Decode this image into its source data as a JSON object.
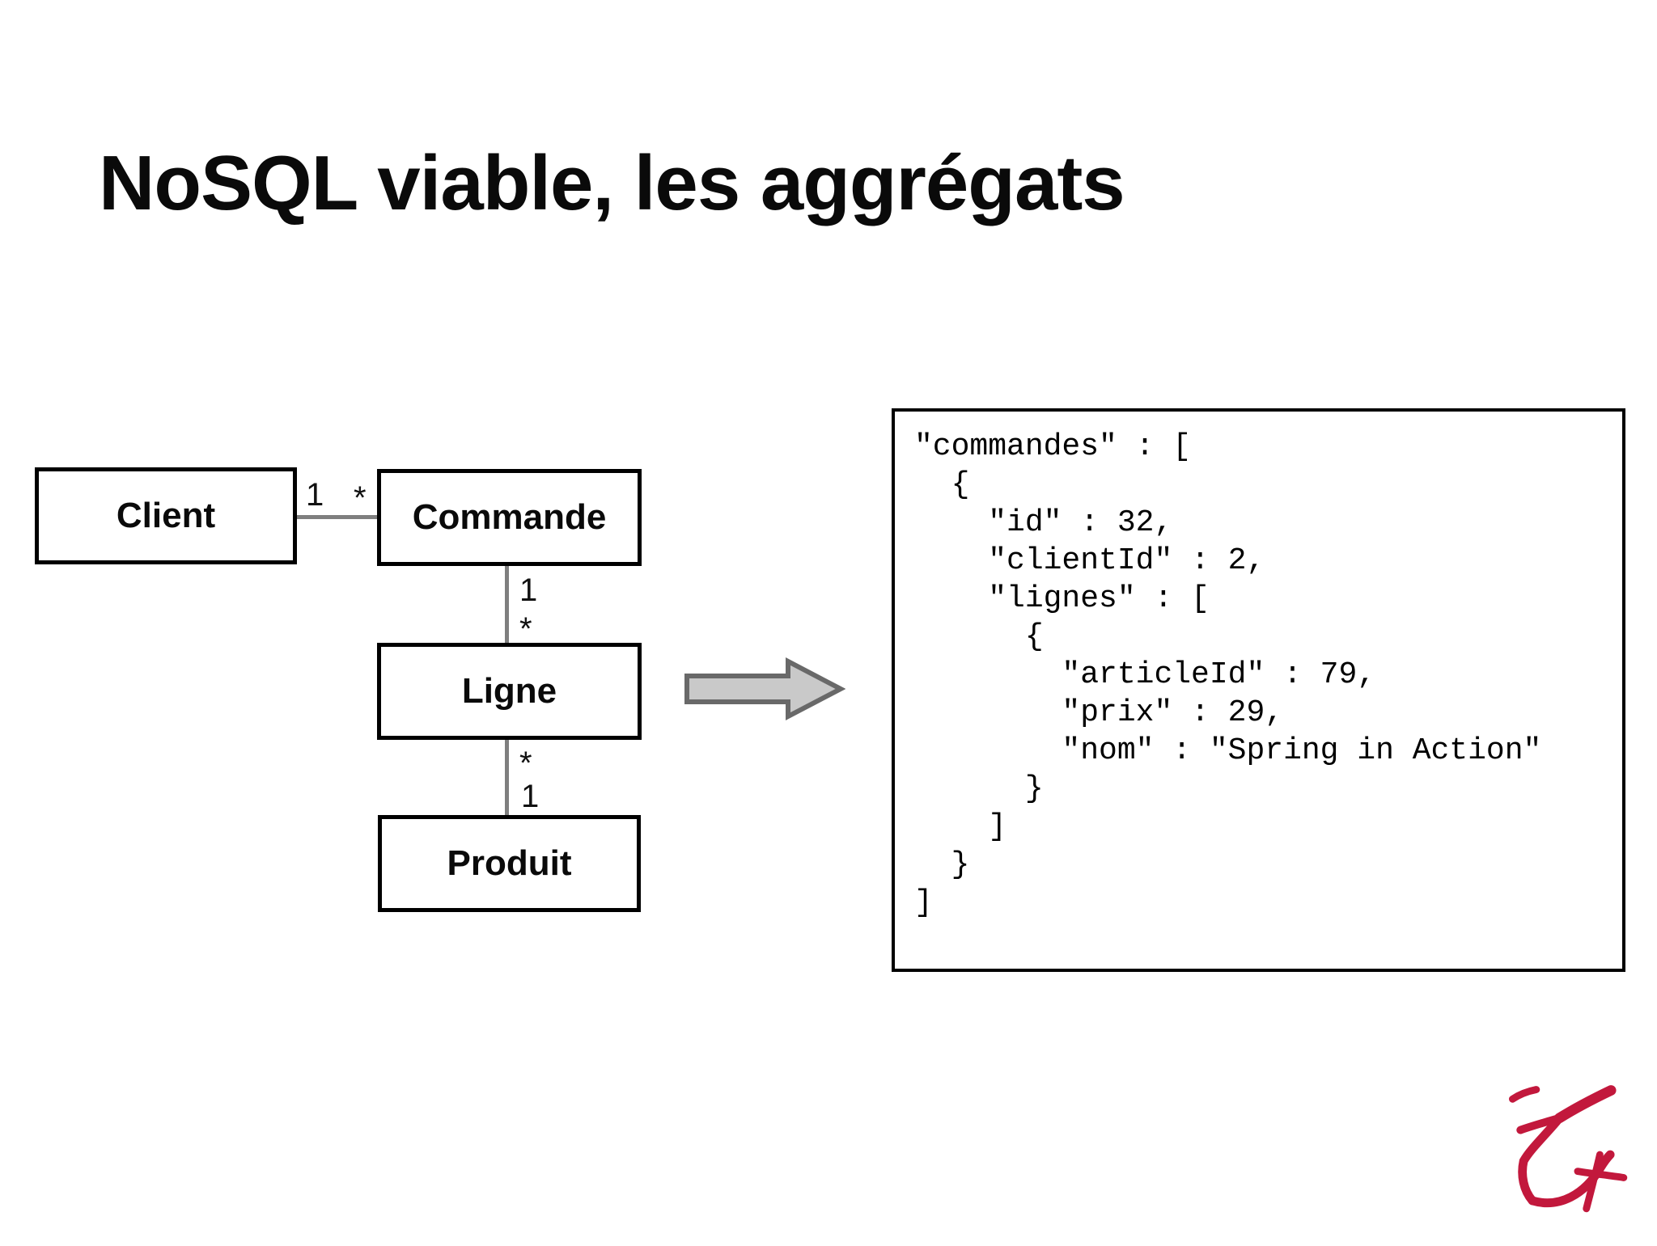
{
  "slide": {
    "title": "NoSQL viable, les aggrégats"
  },
  "diagram": {
    "boxes": [
      {
        "label": "Client"
      },
      {
        "label": "Commande"
      },
      {
        "label": "Ligne"
      },
      {
        "label": "Produit"
      }
    ],
    "relations": [
      {
        "from": "Client",
        "to": "Commande",
        "from_card": "1",
        "to_card": "*"
      },
      {
        "from": "Commande",
        "to": "Ligne",
        "from_card": "1",
        "to_card": "*"
      },
      {
        "from": "Ligne",
        "to": "Produit",
        "from_card": "*",
        "to_card": "1"
      }
    ],
    "connector_color": "#7f7f7f",
    "box_border_color": "#000000"
  },
  "arrow": {
    "icon": "right-block-arrow",
    "fill": "#c9c9c9",
    "stroke": "#696969"
  },
  "code": {
    "text": "\"commandes\" : [\n  {\n    \"id\" : 32,\n    \"clientId\" : 2,\n    \"lignes\" : [\n      {\n        \"articleId\" : 79,\n        \"prix\" : 29,\n        \"nom\" : \"Spring in Action\"\n      }\n    ]\n  }\n]"
  },
  "logo": {
    "icon": "red-brush-signature",
    "color": "#c2183c"
  }
}
